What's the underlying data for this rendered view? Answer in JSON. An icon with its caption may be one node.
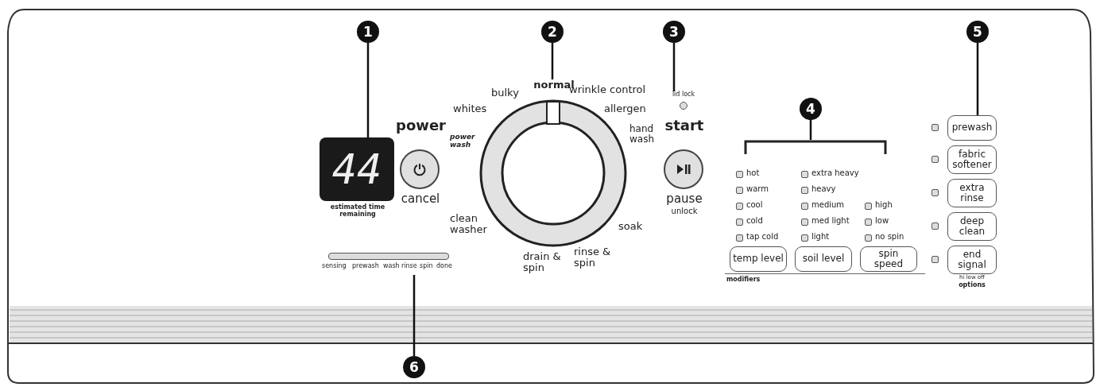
{
  "diagram": {
    "nodes": [
      {
        "text": [
          "1"
        ]
      },
      {
        "text": [
          "2"
        ]
      },
      {
        "text": [
          "3"
        ]
      },
      {
        "text": [
          "5"
        ]
      },
      {
        "text": [
          "44"
        ],
        "beside": [
          "estimated time remaining"
        ]
      },
      {
        "text": [
          "power",
          "cancel"
        ]
      },
      {
        "text": [],
        "shape": "circle",
        "beside": [
          "bulky",
          "normal",
          "wrinkle control",
          "whites",
          "allergen",
          "power wash",
          "hand wash",
          "clean washer",
          "soak",
          "drain & spin",
          "rinse & spin"
        ]
      },
      {
        "text": [],
        "shape": "circle",
        "beside": [
          "lid lock"
        ]
      },
      {
        "text": [
          "start",
          "pause"
        ],
        "beside": [
          "unlock"
        ]
      },
      {
        "text": [
          "4"
        ]
      },
      {
        "text": [
          "modifiers"
        ]
      },
      {
        "text": [
          "temp level"
        ],
        "in": 10,
        "beside": [
          "hot",
          "warm",
          "cool",
          "cold",
          "tap cold"
        ]
      },
      {
        "text": [
          "soil level"
        ],
        "in": 10,
        "beside": [
          "extra heavy",
          "heavy",
          "medium",
          "med light",
          "light"
        ]
      },
      {
        "text": [
          "spin speed"
        ],
        "in": 10,
        "beside": [
          "high",
          "low",
          "no spin"
        ]
      },
      {
        "text": [
          "options"
        ]
      },
      {
        "text": [
          "prewash"
        ]
      },
      {
        "text": [
          "fabric softener"
        ]
      },
      {
        "text": [
          "extra rinse"
        ]
      },
      {
        "text": [
          "deep clean"
        ]
      },
      {
        "text": [
          "end signal"
        ],
        "beside": [
          "hi low off"
        ]
      },
      {
        "text": [],
        "shape": "bar",
        "beside": [
          "sensing",
          "prewash",
          "wash",
          "rinse",
          "spin",
          "done"
        ]
      },
      {
        "text": [
          "6"
        ]
      }
    ],
    "edges": [
      {
        "from": 0,
        "to": 4,
        "arrow": "none"
      },
      {
        "from": 1,
        "to": 6,
        "arrow": "none"
      },
      {
        "from": 2,
        "to": 7,
        "arrow": "none"
      },
      {
        "from": 9,
        "to": 10,
        "arrow": "none"
      },
      {
        "from": 3,
        "to": 15,
        "arrow": "none"
      },
      {
        "from": 21,
        "to": 20,
        "arrow": "none"
      }
    ]
  }
}
